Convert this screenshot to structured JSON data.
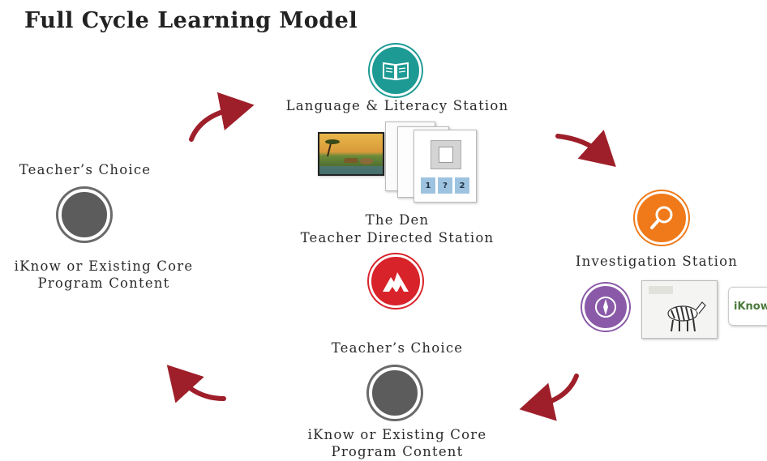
{
  "title": "Full Cycle Learning Model",
  "stations": {
    "language": {
      "label": "Language & Literacy Station",
      "icon": "open-book-icon",
      "color": "#1e9a94"
    },
    "den": {
      "line1": "The Den",
      "line2": "Teacher Directed Station",
      "icon": "mountain-icon",
      "color": "#d8232a"
    },
    "investigation": {
      "label": "Investigation Station",
      "icon": "magnifying-glass-icon",
      "color": "#f07a1a"
    },
    "teacher_left": {
      "heading": "Teacher’s Choice",
      "line1": "iKnow or Existing Core",
      "line2": "Program Content",
      "color": "#5c5c5c"
    },
    "teacher_bottom": {
      "heading": "Teacher’s Choice",
      "line1": "iKnow or Existing Core",
      "line2": "Program Content",
      "color": "#5c5c5c"
    }
  },
  "thumbnails": {
    "language_cards": [
      "1",
      "?",
      "2"
    ],
    "iknow_logo": "iKnow"
  },
  "arrow_color": "#9e1f2a"
}
